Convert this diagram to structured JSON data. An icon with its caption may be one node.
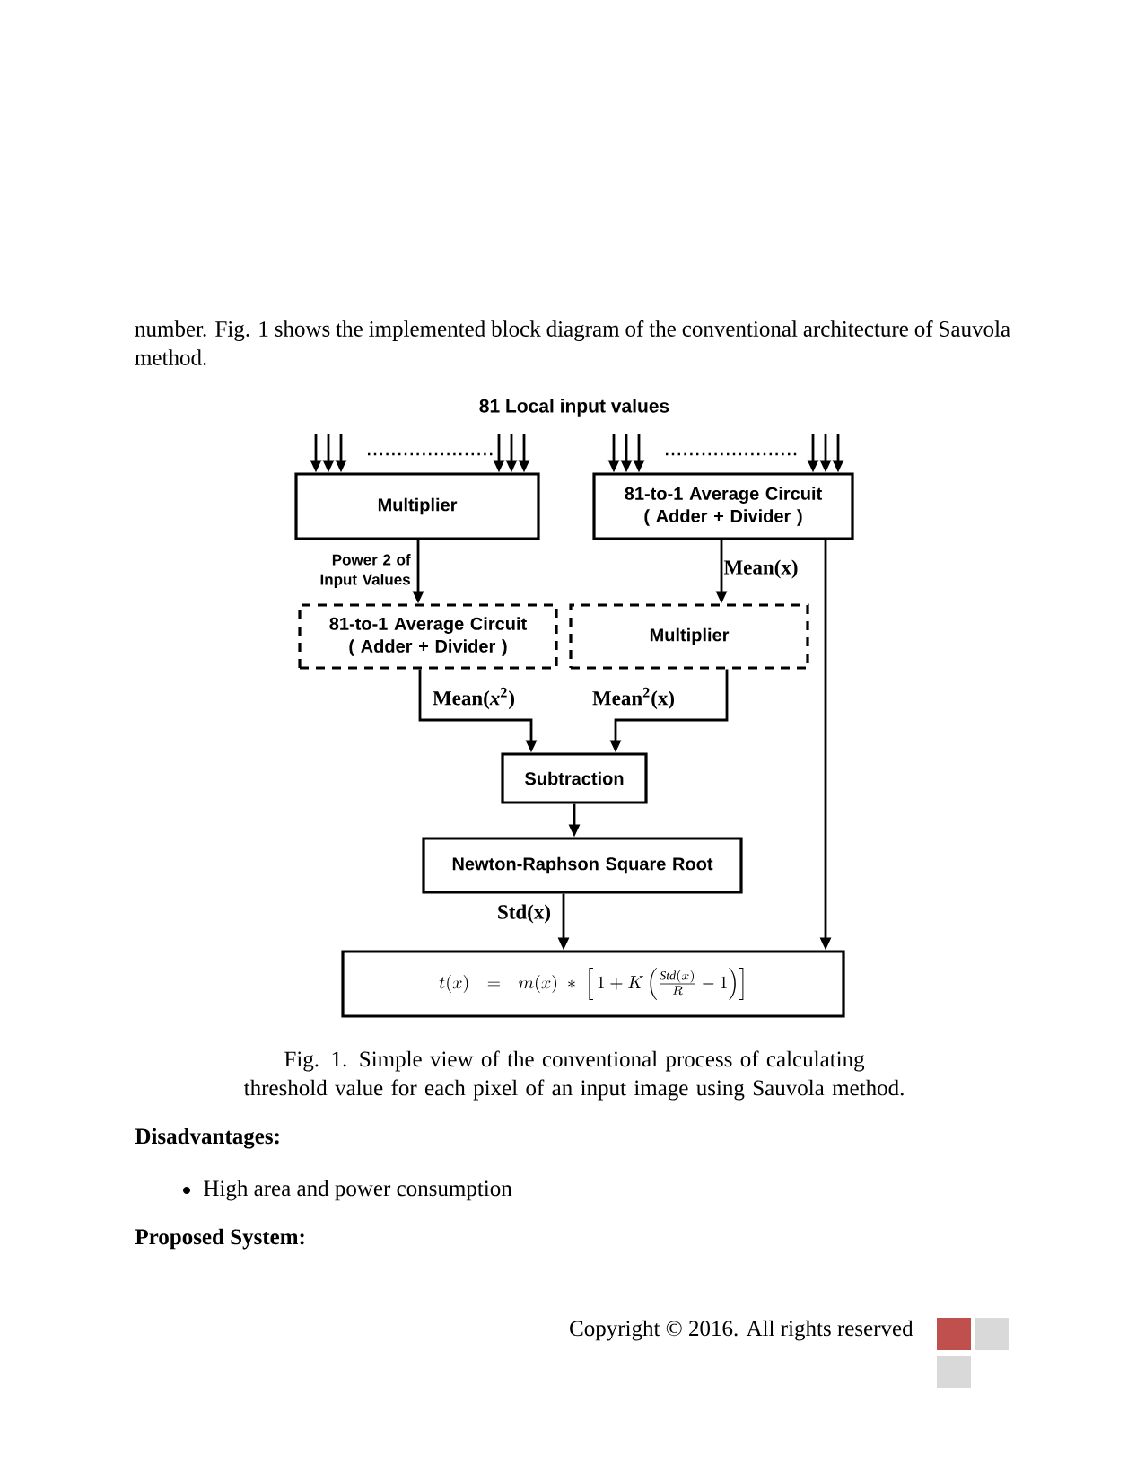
{
  "diagram": {
    "caption": "Fig. 1. Simple view of the conventional process of calculating threshold value for each pixel of an input image using Sauvola method.",
    "nodes": [
      {
        "text": [
          "Multiplier"
        ]
      },
      {
        "text": [
          "81-to-1 Average Circuit ( Adder + Divider )"
        ]
      },
      {
        "text": [
          "81-to-1 Average Circuit ( Adder + Divider )"
        ]
      },
      {
        "text": [
          "Multiplier"
        ]
      },
      {
        "text": [
          "Subtraction"
        ]
      },
      {
        "text": [
          "Newton-Raphson Square Root"
        ]
      },
      {
        "text": [
          "t(x) = m(x) * \\left[\\, 1 + K \\left( \\frac{\\mathit{Std}(x)}{R} - 1 \\right) \\right]"
        ]
      }
    ],
    "edges": [
      {
        "from": 0,
        "to": 2,
        "arrow": "to",
        "label": "Power 2 of Input Values"
      },
      {
        "from": 1,
        "to": 3,
        "arrow": "to",
        "label": "Mean(x)"
      },
      {
        "from": 2,
        "to": 4,
        "arrow": "to",
        "label": "Mean(*x*$^{2}$)"
      },
      {
        "from": 3,
        "to": 4,
        "arrow": "to",
        "label": "Mean$^{2}$(x)"
      },
      {
        "from": 4,
        "to": 5,
        "arrow": "to"
      },
      {
        "from": 5,
        "to": 6,
        "arrow": "to",
        "label": "Std(x)"
      },
      {
        "from": 1,
        "to": 6,
        "arrow": "to"
      },
      {
        "from": null,
        "to": 0,
        "arrow": "to"
      },
      {
        "from": null,
        "to": 0,
        "arrow": "to"
      },
      {
        "from": null,
        "to": 0,
        "arrow": "to"
      },
      {
        "from": null,
        "to": 0,
        "arrow": "to"
      },
      {
        "from": null,
        "to": 0,
        "arrow": "to"
      },
      {
        "from": null,
        "to": 0,
        "arrow": "to"
      },
      {
        "from": null,
        "to": 1,
        "arrow": "to"
      },
      {
        "from": null,
        "to": 1,
        "arrow": "to"
      },
      {
        "from": null,
        "to": 1,
        "arrow": "to"
      },
      {
        "from": null,
        "to": 1,
        "arrow": "to"
      },
      {
        "from": null,
        "to": 1,
        "arrow": "to"
      },
      {
        "from": null,
        "to": 1,
        "arrow": "to"
      }
    ],
    "labels": [
      "number. Fig. 1 shows the implemented block diagram of the conventional architecture of Sauvola method.",
      "81 Local input values",
      "**Disadvantages**:",
      "High area and power consumption",
      "Proposed System:",
      "Copyright © 2016. All rights reserved"
    ]
  }
}
